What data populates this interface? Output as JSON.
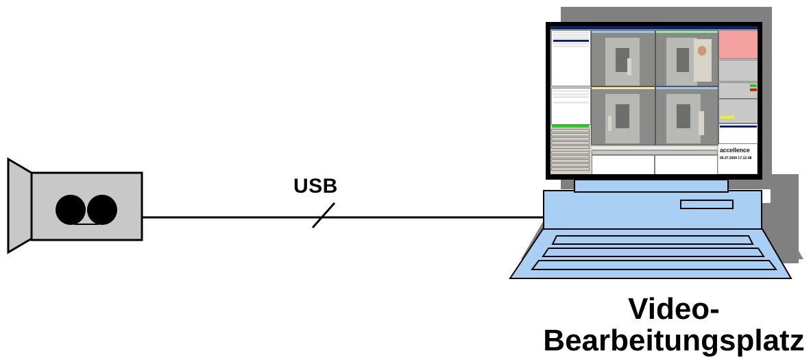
{
  "usb_label": "USB",
  "workstation_label_line1": "Video-",
  "workstation_label_line2": "Bearbeitungsplatz",
  "colors": {
    "camera_fill": "#c8c8c8",
    "keyboard_fill": "#a9cff5",
    "shadow": "#808080",
    "monitor_bezel": "#000000"
  },
  "screen": {
    "logo": "accellence",
    "datetime": "06.07.2009 17:12:48"
  }
}
